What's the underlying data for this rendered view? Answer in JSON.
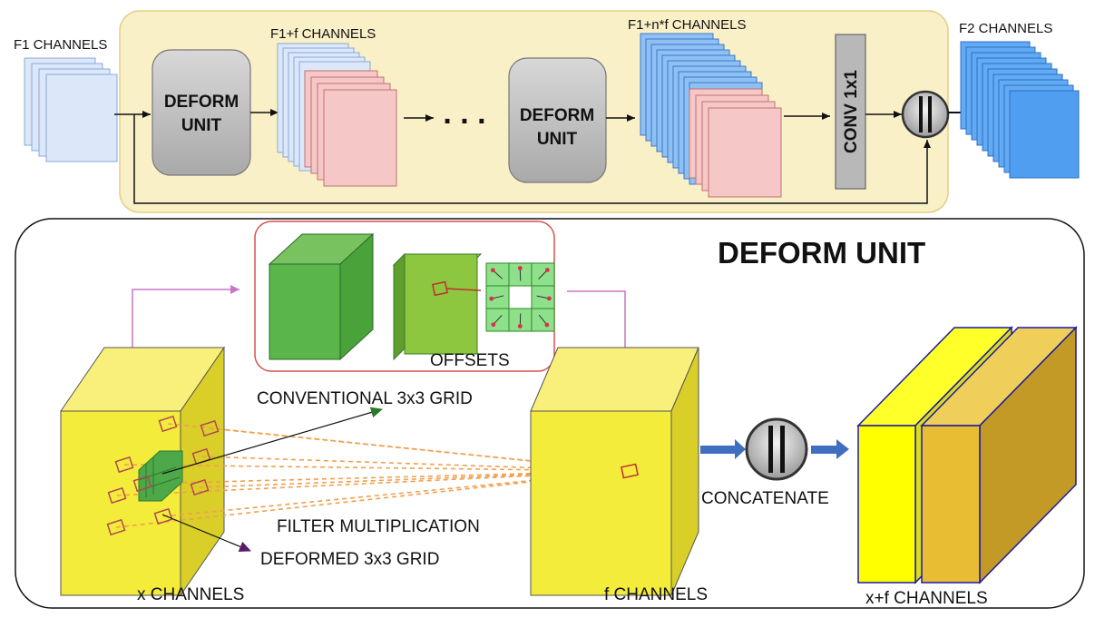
{
  "top": {
    "f1_label": "F1 CHANNELS",
    "f1f_label": "F1+f CHANNELS",
    "f1nf_label": "F1+n*f CHANNELS",
    "f2_label": "F2 CHANNELS",
    "deform_unit_1": [
      "DEFORM",
      "UNIT"
    ],
    "dots": ". . .",
    "deform_unit_2": [
      "DEFORM",
      "UNIT"
    ],
    "conv_label": "CONV 1x1"
  },
  "bottom": {
    "title": "DEFORM UNIT",
    "offsets_label": "OFFSETS",
    "conventional_label": "CONVENTIONAL 3x3 GRID",
    "filter_label": "FILTER MULTIPLICATION",
    "deformed_label": "DEFORMED 3x3 GRID",
    "x_channels_label": "x CHANNELS",
    "f_channels_label": "f CHANNELS",
    "concatenate_label": "CONCATENATE",
    "xf_channels_label": "x+f CHANNELS"
  },
  "colors": {
    "module_bg": "#faf0c8",
    "blue_light": "#dce8fa",
    "blue_bright": "#4f9ef0",
    "pink": "#f6c7c7",
    "unit_gray": "#c6c6c6",
    "conv_gray": "#b8b8b8",
    "yellow": "#f5ef3a",
    "gold": "#e3b633",
    "green_dark": "#58b248",
    "green_light": "#8dc63f",
    "arrow_purple": "#c875c4",
    "dash_orange": "#f0a050",
    "flow_blue": "#3f6fbf"
  }
}
